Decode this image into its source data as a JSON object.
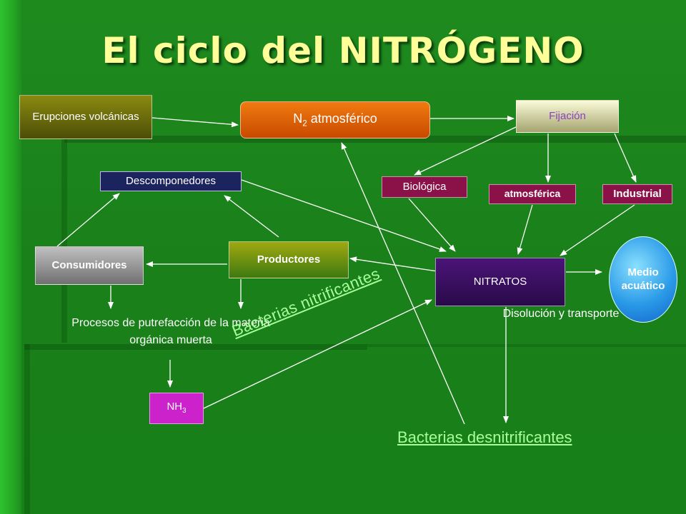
{
  "title": "El ciclo del NITRÓGENO",
  "nodes": {
    "erupciones": "Erupciones volcánicas",
    "n2_prefix": "N",
    "n2_sub": "2",
    "n2_suffix": " atmosférico",
    "fijacion": "Fijación",
    "descomponedores": "Descomponedores",
    "biologica": "Biológica",
    "atmosferica": "atmosférica",
    "industrial": "Industrial",
    "consumidores": "Consumidores",
    "productores": "Productores",
    "nitratos": "NITRATOS",
    "medio": "Medio acuático",
    "procesos": "Procesos de putrefacción de la materia orgánica muerta",
    "disolucion": "Disolución y transporte",
    "nh3_prefix": "NH",
    "nh3_sub": "3"
  },
  "links": {
    "nitrificantes": "Bacterias nitrificantes",
    "desnitrificantes": "Bacterias desnitrificantes"
  },
  "colors": {
    "arrow": "#ffffff",
    "title": "#ffff99",
    "link_text": "#a8ff9a"
  }
}
